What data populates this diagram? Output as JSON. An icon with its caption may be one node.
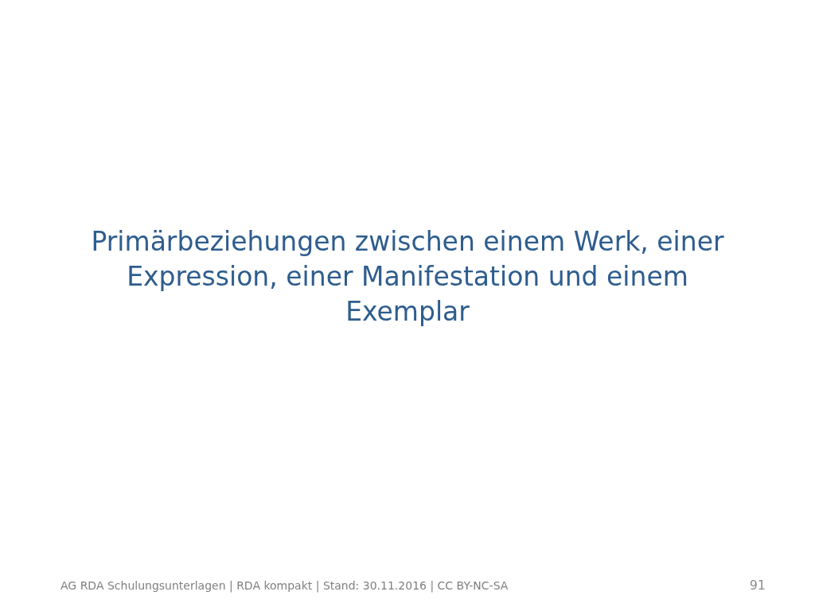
{
  "diagram": {
    "title": "Primärbeziehungen zwischen einem Werk, einer Expression, einer Manifestation und einem Exemplar",
    "labels": [
      "AG RDA Schulungsunterlagen | RDA kompakt | Stand: 30.11.2016 | CC BY-NC-SA",
      "91"
    ]
  }
}
